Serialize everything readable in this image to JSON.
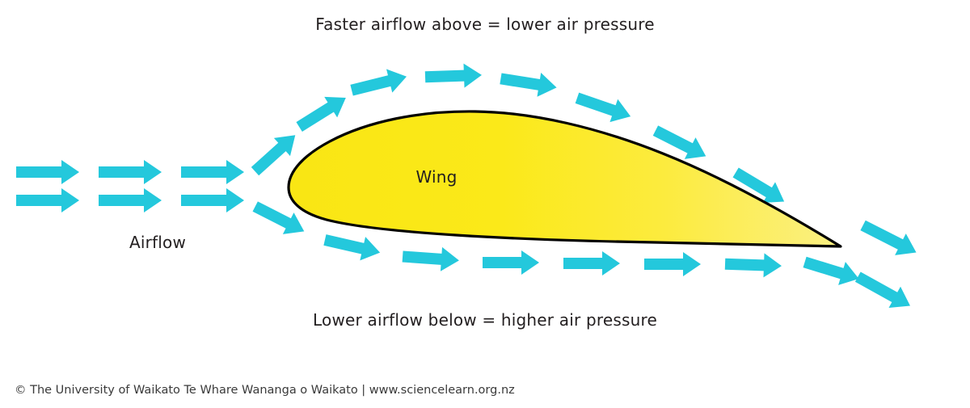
{
  "figure": {
    "title_top": "Faster airflow above = lower air pressure",
    "title_bottom": "Lower airflow below = higher air pressure",
    "airflow_label": "Airflow",
    "wing_label": "Wing",
    "credit": "© The University of Waikato Te Whare Wananga o Waikato | www.sciencelearn.org.nz",
    "colors": {
      "background": "#ffffff",
      "arrow": "#24c8dc",
      "wing_fill_leading": "#f9e818",
      "wing_fill_trailing": "#faee78",
      "wing_outline": "#000000",
      "text": "#231f20",
      "credit_text": "#3a3a3a"
    },
    "diagram_type": "airfoil-lift-bernoulli",
    "elements": {
      "straight_arrow_count": 6,
      "straight_arrow_rows": 2,
      "straight_arrow_columns": 3,
      "upper_stream_arrow_count": 8,
      "lower_stream_arrow_count": 7,
      "trailing_arrow_count": 2
    }
  }
}
